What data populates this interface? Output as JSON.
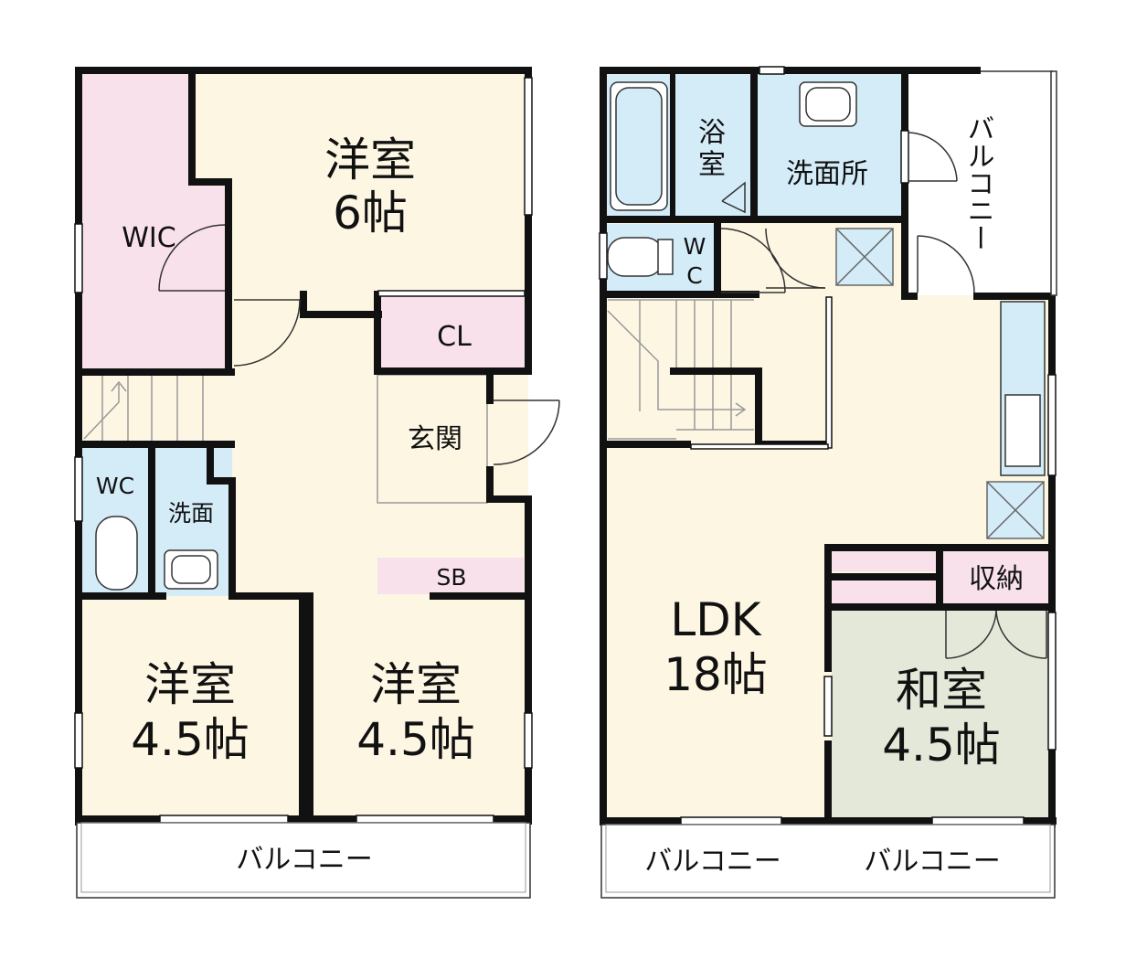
{
  "colors": {
    "floor": "#fdf6e3",
    "pink": "#f9e1eb",
    "blue": "#d4ecf8",
    "tatami": "#e3e8d9",
    "wall": "#111111",
    "window": "#ffffff"
  },
  "floor1": {
    "rooms": {
      "wic": "WIC",
      "yoshitsu_top": {
        "line1": "洋室",
        "line2": "6帖"
      },
      "cl": "CL",
      "genkan": "玄関",
      "wc": "WC",
      "senmen": "洗面",
      "sb": "SB",
      "yoshitsu_left": {
        "line1": "洋室",
        "line2": "4.5帖"
      },
      "yoshitsu_right": {
        "line1": "洋室",
        "line2": "4.5帖"
      }
    },
    "balcony": "バルコニー"
  },
  "floor2": {
    "rooms": {
      "yokushitsu": {
        "line1": "浴",
        "line2": "室"
      },
      "senmenjo": "洗面所",
      "wc": {
        "line1": "W",
        "line2": "C"
      },
      "ldk": {
        "line1": "LDK",
        "line2": "18帖"
      },
      "shuno": "収納",
      "washitsu": {
        "line1": "和室",
        "line2": "4.5帖"
      }
    },
    "balcony_side": "バルコニー",
    "balcony_left": "バルコニー",
    "balcony_right": "バルコニー"
  }
}
